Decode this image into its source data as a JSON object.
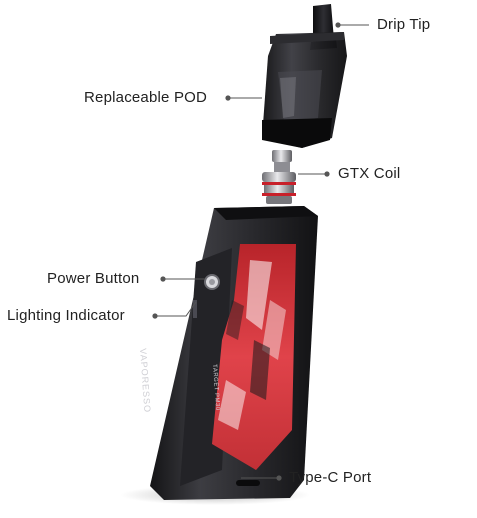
{
  "diagram": {
    "labels": {
      "drip_tip": "Drip Tip",
      "replaceable_pod": "Replaceable POD",
      "gtx_coil": "GTX Coil",
      "power_button": "Power Button",
      "lighting_indicator": "Lighting Indicator",
      "type_c_port": "Type-C Port"
    },
    "device_branding": {
      "brand": "VAPORESSO",
      "model": "TARGET PM30"
    },
    "colors": {
      "text": "#222222",
      "leader_line": "#555555",
      "body_dark": "#2b2b2e",
      "pod_glass": "#1b1b1d",
      "panel_red": "#d8363a",
      "coil_ring": "#c8202a"
    }
  }
}
